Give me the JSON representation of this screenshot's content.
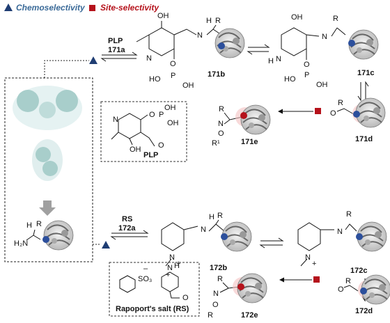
{
  "legend": {
    "chemoselectivity": "Chemoselectivity",
    "site_selectivity": "Site-selectivity",
    "chemo_color": "#1f3d73",
    "site_color": "#b5121b"
  },
  "top_row": {
    "reagent_name": "PLP",
    "reagent_code": "171a",
    "compounds": [
      "171b",
      "171c",
      "171d",
      "171e"
    ]
  },
  "bottom_row": {
    "reagent_name": "RS",
    "reagent_code": "172a",
    "compounds": [
      "172b",
      "172c",
      "172d",
      "172e"
    ]
  },
  "reagent_boxes": {
    "plp_caption": "PLP",
    "rs_caption": "Rapoport's salt (RS)"
  },
  "atoms": {
    "R": "R",
    "R1": "R¹",
    "N": "N",
    "O": "O",
    "OH": "OH",
    "HO": "HO",
    "H": "H",
    "H2N": "H₂N",
    "P": "P",
    "HOP": "HO-P-OH",
    "SO3": "SO₃",
    "minus": "–",
    "plus": "+"
  }
}
